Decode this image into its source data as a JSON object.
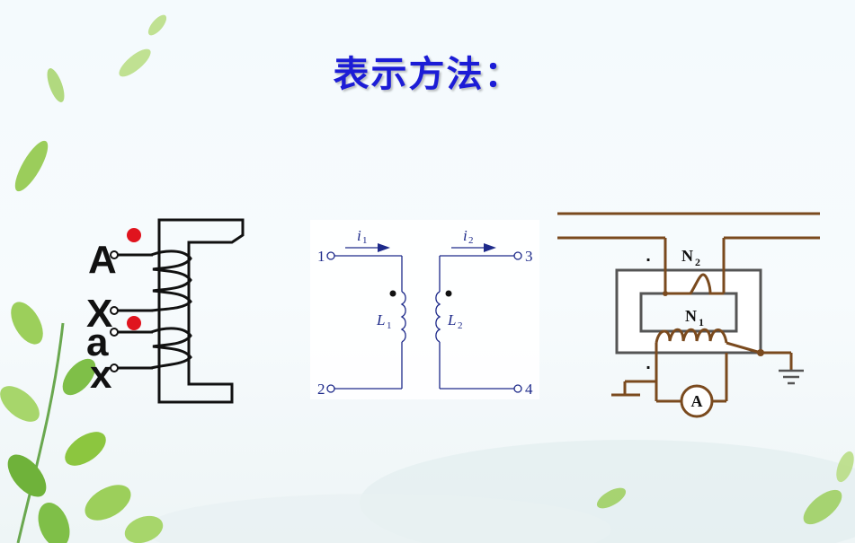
{
  "slide": {
    "title": "表示方法："
  },
  "diagram_left": {
    "terminals": {
      "A": "A",
      "X": "X",
      "a": "a",
      "x": "x"
    }
  },
  "diagram_middle": {
    "ports": {
      "p1": "1",
      "p2": "2",
      "p3": "3",
      "p4": "4"
    },
    "currents": {
      "i1_base": "i",
      "i1_sub": "1",
      "i2_base": "i",
      "i2_sub": "2"
    },
    "inductors": {
      "L1_base": "L",
      "L1_sub": "1",
      "L2_base": "L",
      "L2_sub": "2"
    }
  },
  "diagram_right": {
    "windings": {
      "N2_base": "N",
      "N2_sub": "2",
      "N1_base": "N",
      "N1_sub": "1"
    },
    "meter": "A"
  },
  "colors": {
    "title": "#1c1cd6",
    "dot_marker": "#e0141e",
    "circuit_blue": "#1e2a8a",
    "wire_brown": "#7a4a1e",
    "core_gray": "#555555"
  }
}
